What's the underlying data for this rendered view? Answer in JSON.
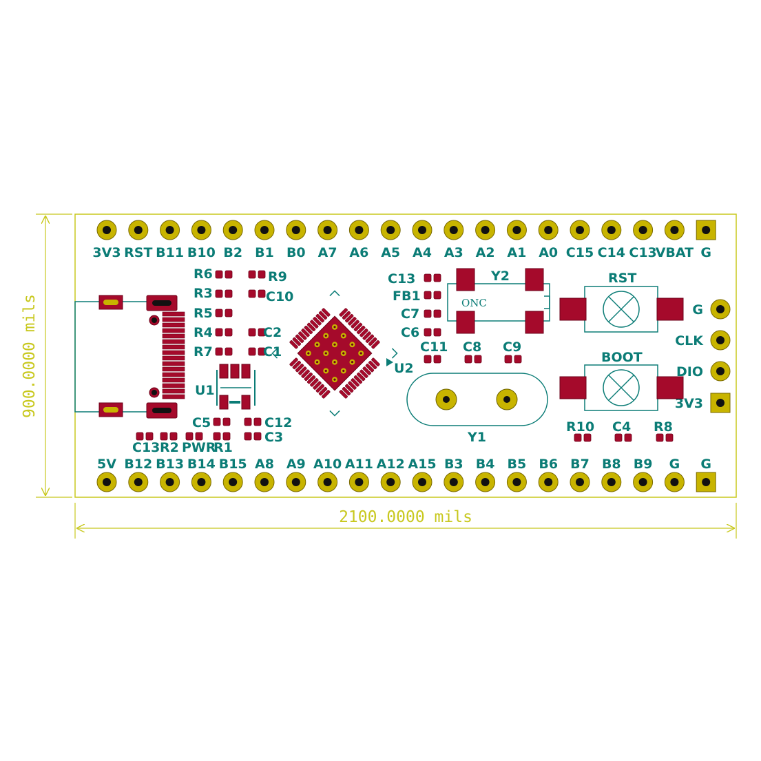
{
  "colors": {
    "background": "#ffffff",
    "board_outline": "#c8c81e",
    "silkscreen": "#0b7c76",
    "pad": "#a50a2b",
    "pad_outline": "#6b0018",
    "plated_hole": "#c8b400",
    "drill": "#111111"
  },
  "dimensions": {
    "width_label": "2100.0000 mils",
    "height_label": "900.0000 mils"
  },
  "headers": {
    "top": [
      "3V3",
      "RST",
      "B11",
      "B10",
      "B2",
      "B1",
      "B0",
      "A7",
      "A6",
      "A5",
      "A4",
      "A3",
      "A2",
      "A1",
      "A0",
      "C15",
      "C14",
      "C13",
      "VBAT",
      "G"
    ],
    "bottom": [
      "5V",
      "B12",
      "B13",
      "B14",
      "B15",
      "A8",
      "A9",
      "A10",
      "A11",
      "A12",
      "A15",
      "B3",
      "B4",
      "B5",
      "B6",
      "B7",
      "B8",
      "B9",
      "G",
      "G"
    ],
    "swd": [
      "G",
      "CLK",
      "DIO",
      "3V3"
    ]
  },
  "components": {
    "R6": "R6",
    "R9": "R9",
    "R3": "R3",
    "C10": "C10",
    "R5": "R5",
    "R4": "R4",
    "C2": "C2",
    "R7": "R7",
    "C1": "C1",
    "U1": "U1",
    "U2": "U2",
    "C5": "C5",
    "C12": "C12",
    "C3": "C3",
    "C13_left": "C13",
    "R2": "R2",
    "PWR": "PWR",
    "R1": "R1",
    "C13_right": "C13",
    "FB1": "FB1",
    "C7": "C7",
    "C6": "C6",
    "C11": "C11",
    "C8": "C8",
    "C9": "C9",
    "Y1": "Y1",
    "Y2": "Y2",
    "Y2_mark": "ONC",
    "RST": "RST",
    "BOOT": "BOOT",
    "R10": "R10",
    "C4": "C4",
    "R8": "R8"
  }
}
